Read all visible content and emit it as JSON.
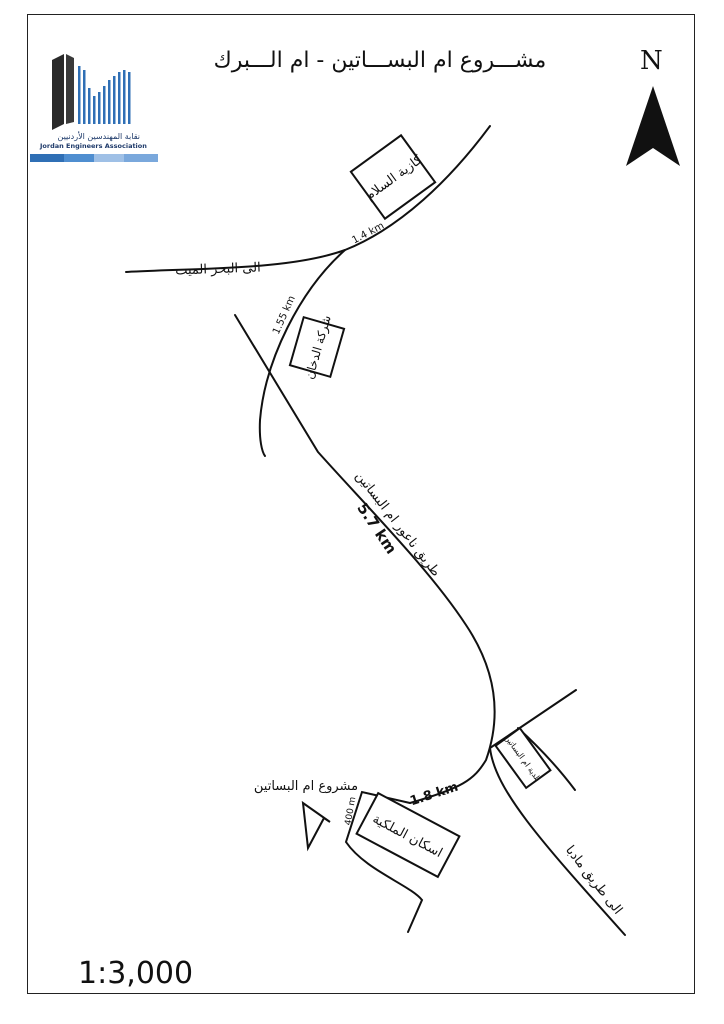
{
  "map": {
    "title": "مشـــروع ام البســـاتين - ام الـــبرك",
    "north_label": "N",
    "scale": "1:3,000",
    "logo": {
      "name_ar": "نقابة المهندسين الأردنيين",
      "name_en": "Jordan Engineers Association",
      "brand_color": "#2f6fb5"
    },
    "labels": {
      "gas_station": "كازية السلام",
      "tobacco_company": "شركة الدخان",
      "dead_sea": "الى البحر الميت",
      "main_road": "طريق ناعور ام البساتين",
      "main_road_distance": "5.7 km",
      "dist_top": "1.4 km",
      "dist_left": "1.55 km",
      "dist_bottom": "1.8 km",
      "dist_project": "400 m",
      "project": "مشروع ام البساتين",
      "royal_housing": "اسكان الملكية",
      "municipality": "بلدية ام البساتين",
      "madaba": "الى طريق مادبا"
    }
  }
}
